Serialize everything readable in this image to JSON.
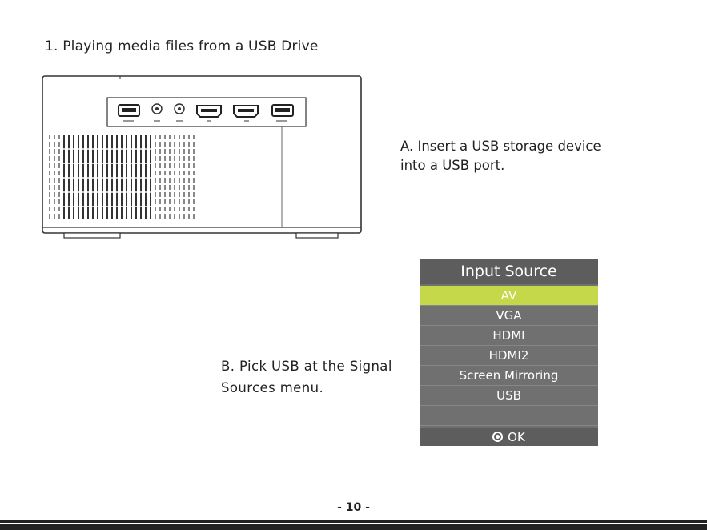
{
  "heading": "1. Playing media files from a USB Drive",
  "step_a": {
    "line1": "A. Insert a USB storage device",
    "line2": "into a USB port."
  },
  "step_b": {
    "line1": "B. Pick USB at the Signal",
    "line2": "Sources menu."
  },
  "menu": {
    "title": "Input Source",
    "items": [
      "AV",
      "VGA",
      "HDMI",
      "HDMI2",
      "Screen Mirroring",
      "USB"
    ],
    "selected": "AV",
    "footer": "OK",
    "highlight_color": "#c4d84a"
  },
  "page_number": "- 10 -"
}
